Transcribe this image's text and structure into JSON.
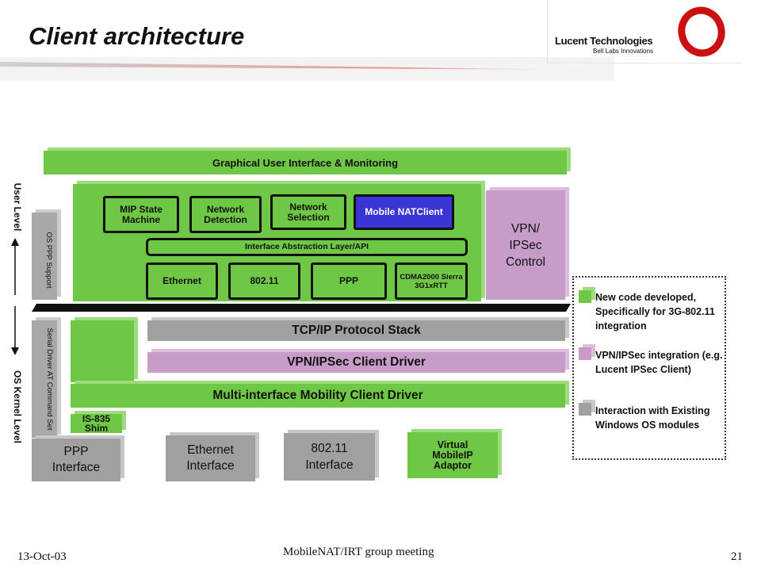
{
  "header": {
    "title": "Client architecture",
    "logo_name": "Lucent Technologies",
    "logo_sub": "Bell Labs Innovations"
  },
  "diagram": {
    "gui_bar": "Graphical User Interface & Monitoring",
    "mip_state": "MIP State Machine",
    "network_detection": "Network Detection",
    "network_selection": "Network Selection",
    "mobile_natclient": "Mobile NATClient",
    "interface_layer": "Interface Abstraction Layer/API",
    "ethernet": "Ethernet",
    "dot11": "802.11",
    "ppp": "PPP",
    "cdma": "CDMA2000 Sierra 3G1xRTT",
    "vpn_control": "VPN/ IPSec Control",
    "os_ppp_support": "OS PPP Support",
    "serial_driver": "Serial Driver AT Command Set",
    "user_level": "User Level",
    "os_kernel_level": "OS Kernel Level",
    "tcpip": "TCP/IP Protocol Stack",
    "vpn_driver": "VPN/IPSec Client Driver",
    "mobility_driver": "Multi-interface Mobility Client Driver",
    "is835": "IS-835 Shim",
    "ppp_interface": "PPP Interface",
    "ethernet_interface": "Ethernet Interface",
    "dot11_interface": "802.11 Interface",
    "virtual_adaptor": "Virtual MobileIP Adaptor"
  },
  "legend": {
    "items": [
      {
        "text": "New code developed, Specifically for 3G-802.11 integration",
        "color": "#6fc845"
      },
      {
        "text": "VPN/IPSec integration (e.g. Lucent IPSec Client)",
        "color": "#c89cc9"
      },
      {
        "text": "Interaction with Existing Windows OS modules",
        "color": "#a0a0a0"
      }
    ]
  },
  "footer": {
    "date": "13-Oct-03",
    "meeting": "MobileNAT/IRT group meeting",
    "page": "21"
  },
  "colors": {
    "new_code": "#6fc845",
    "vpn": "#c89cc9",
    "os_modules": "#a0a0a0",
    "mobile_natclient": "#3b35d6",
    "logo_ring": "#cc1010"
  }
}
